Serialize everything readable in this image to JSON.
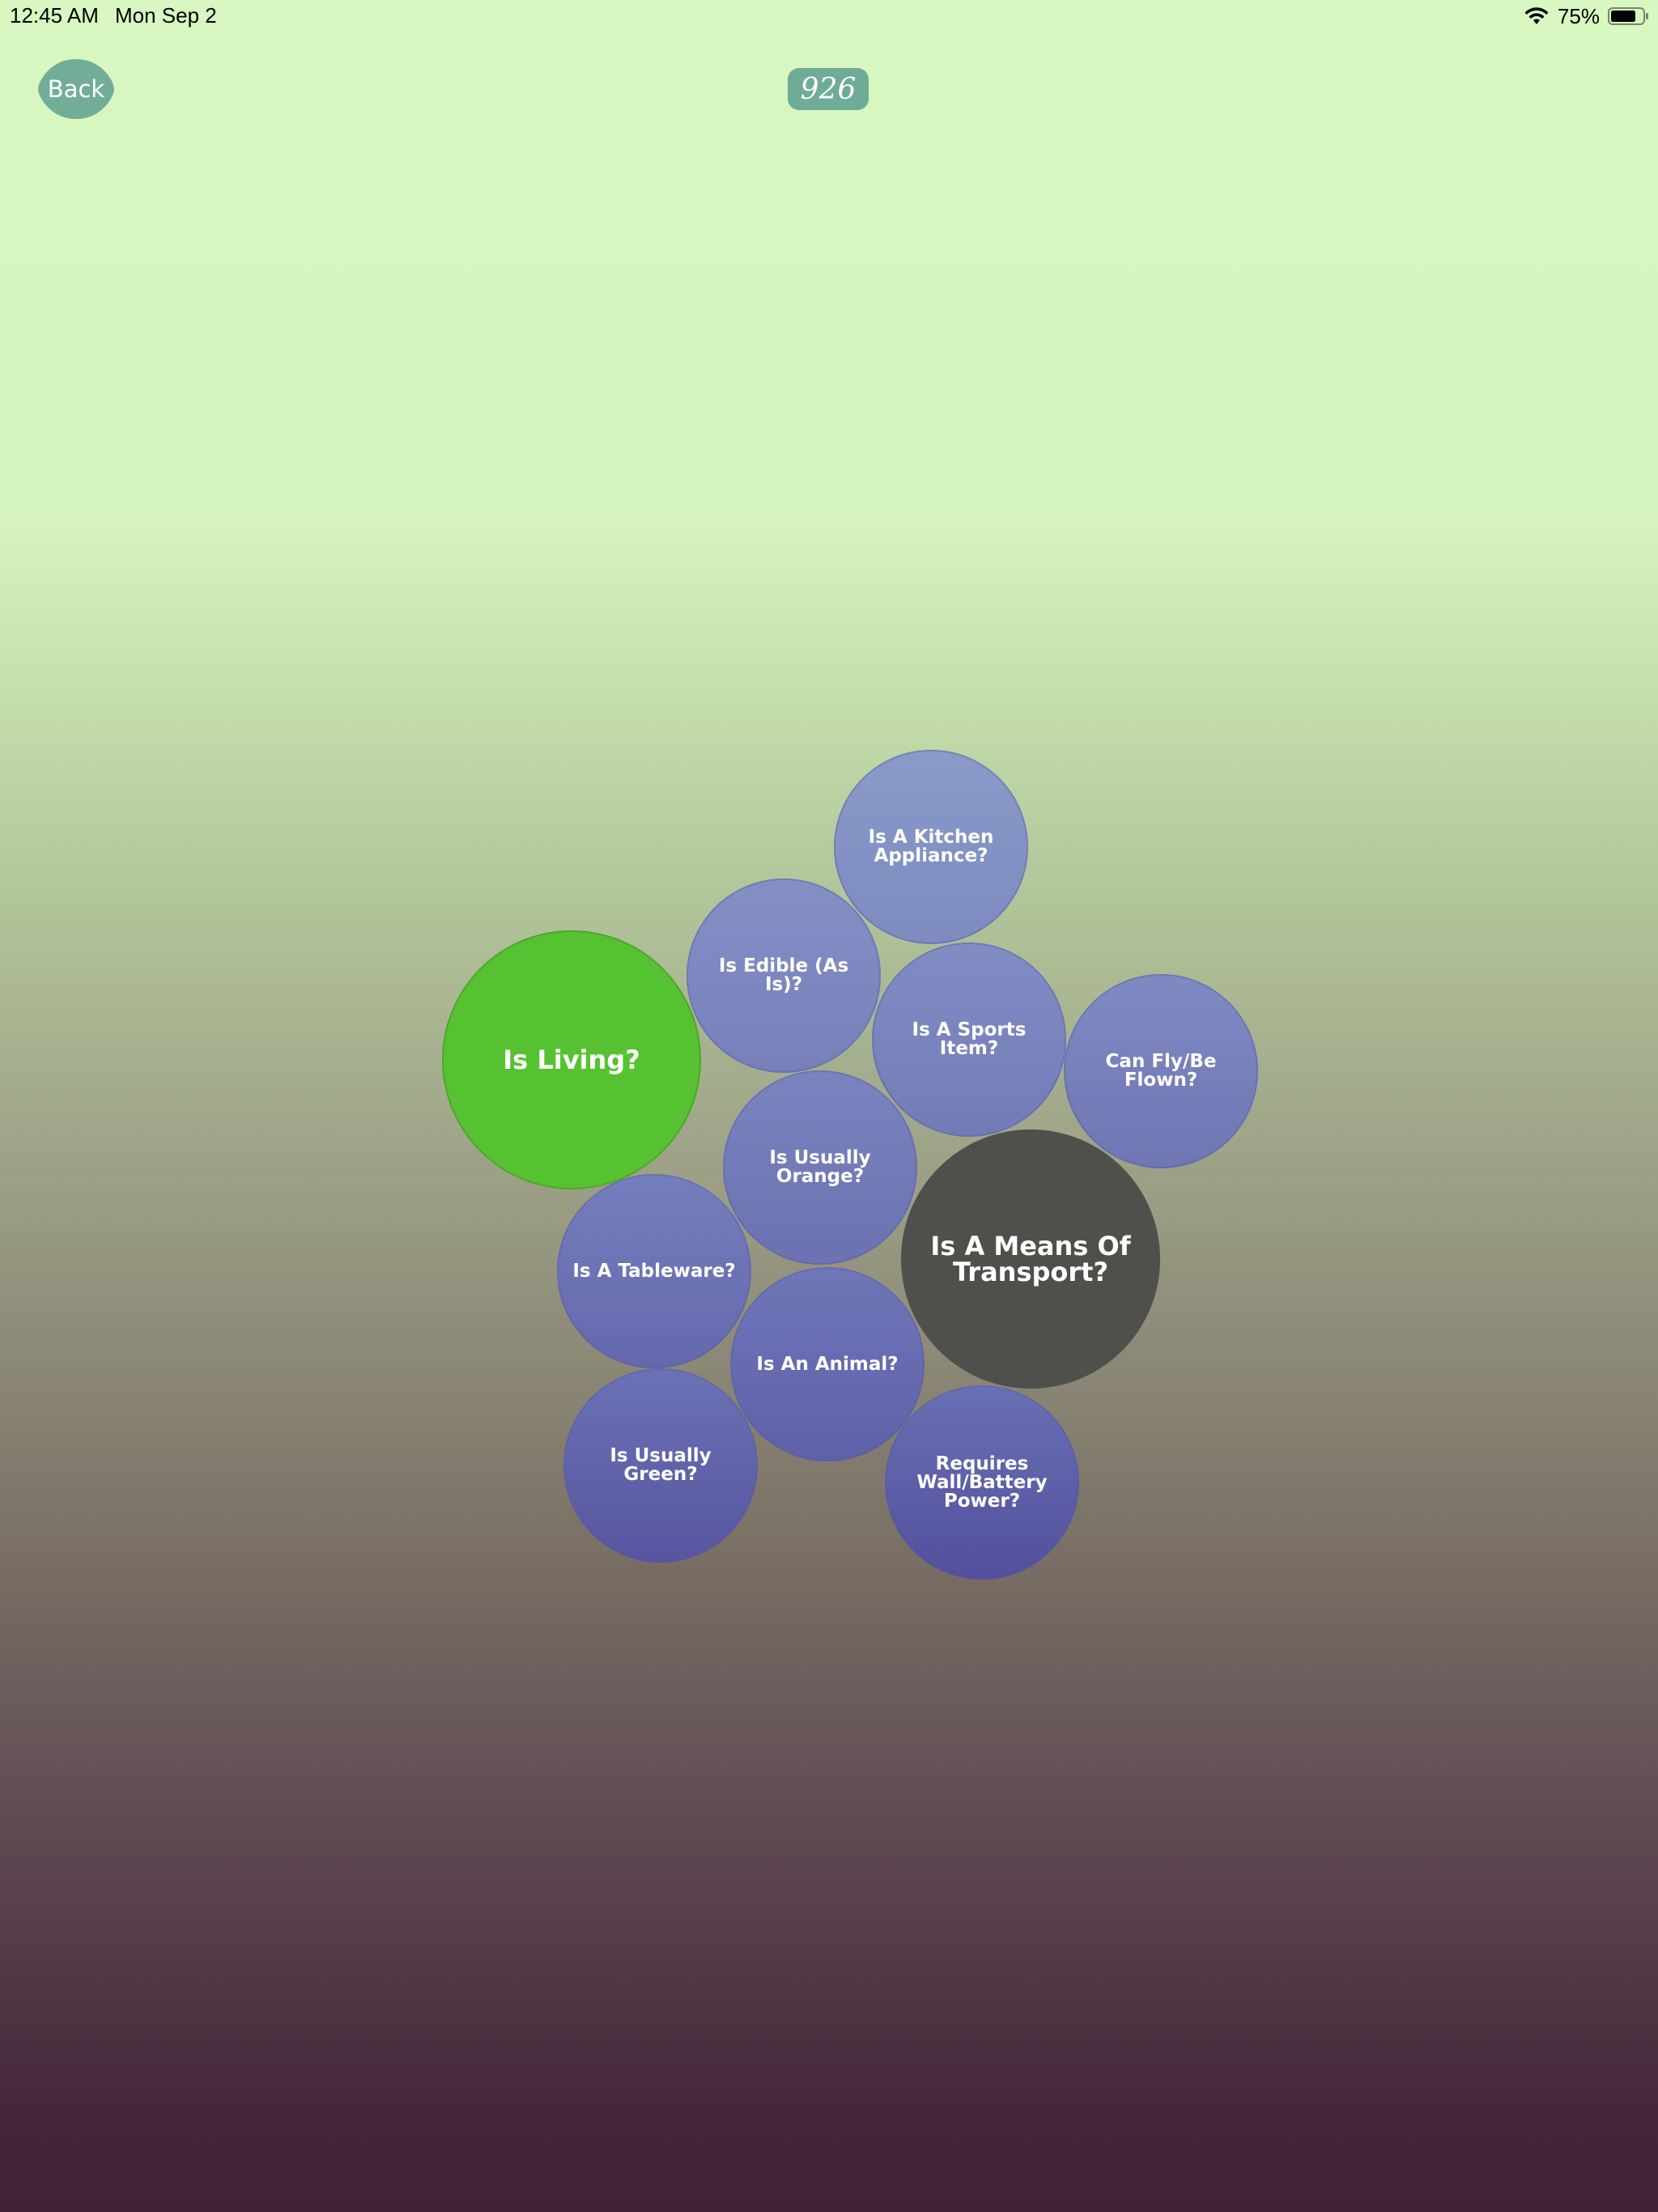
{
  "status_bar": {
    "time": "12:45 AM",
    "date": "Mon Sep 2",
    "battery": "75%",
    "icons": [
      "wifi-icon",
      "battery-icon"
    ]
  },
  "header": {
    "back_label": "Back",
    "score": "926"
  },
  "bubbles": {
    "kitchen": "Is A Kitchen Appliance?",
    "edible": "Is Edible (As Is)?",
    "living": "Is Living?",
    "sports": "Is A Sports Item?",
    "fly": "Can Fly/Be Flown?",
    "orange": "Is Usually Orange?",
    "transport": "Is A Means Of Transport?",
    "tableware": "Is A Tableware?",
    "animal": "Is An Animal?",
    "green": "Is Usually Green?",
    "power": "Requires Wall/Battery Power?"
  },
  "colors": {
    "accent_button": "#6fac96",
    "bubble_default_top": "#8a96c8",
    "bubble_default_bottom": "#56509a",
    "bubble_selected_yes": "#56c231",
    "bubble_selected_no": "#4f504b"
  }
}
